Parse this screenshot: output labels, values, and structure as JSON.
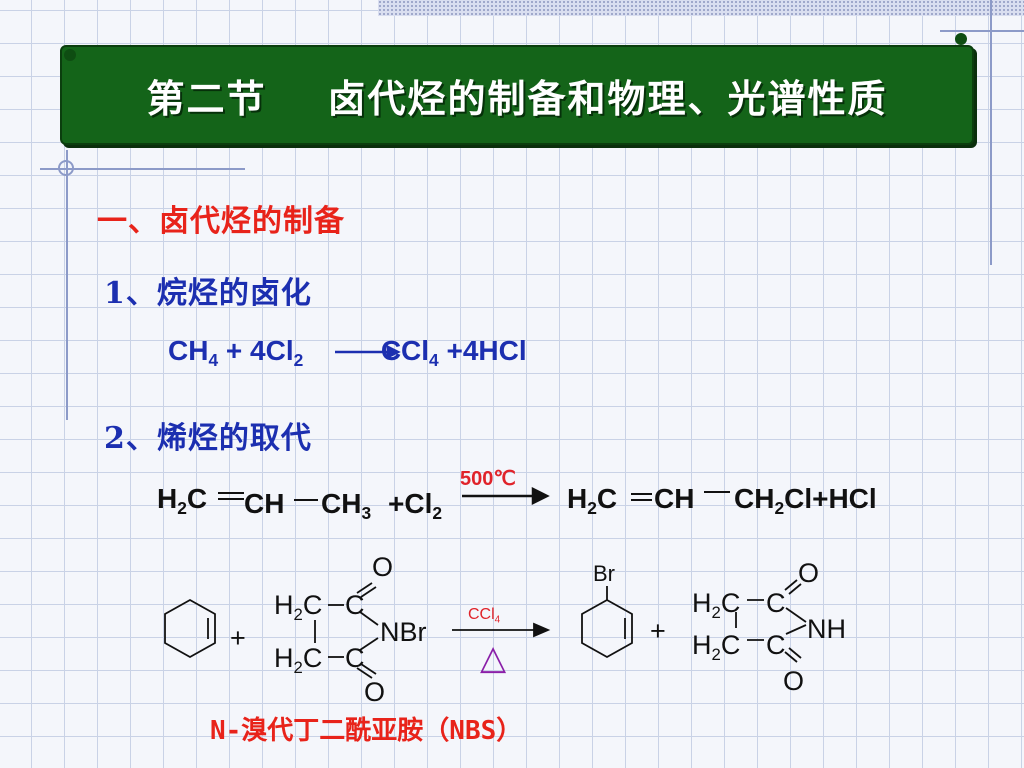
{
  "slide": {
    "title": "第二节    卤代烃的制备和物理、光谱性质",
    "section": "一、卤代烃的制备",
    "sub1": "1、烷烃的卤化",
    "sub2": "2、烯烃的取代",
    "nbs_label": "N-溴代丁二酰亚胺（NBS）"
  },
  "eq1": {
    "ch": "CH",
    "s4a": "4",
    "plus4": " + 4Cl",
    "s2a": "2",
    "ccl": "CCl",
    "s4b": "4",
    "tail": " +4HCl"
  },
  "eq2": {
    "h": "H",
    "s2a": "2",
    "c": "C",
    "ch": "CH",
    "ch3": "CH",
    "s3": "3",
    "plus_cl": "+Cl",
    "s2b": "2",
    "condition": "500℃",
    "p_h": "H",
    "p_s2": "2",
    "p_c": "C",
    "p_ch": "CH",
    "p_ch2": "CH",
    "p_s2b": "2",
    "p_tail": "Cl+HCl"
  },
  "eq3": {
    "plus1": "+",
    "plus2": "+",
    "o_top": "O",
    "o_bottom": "O",
    "h2c_top": "H",
    "h2c_top_sub": "2",
    "h2c_top_c": "C",
    "c_top": "C",
    "h2c_bot": "H",
    "h2c_bot_sub": "2",
    "h2c_bot_c": "C",
    "c_bot": "C",
    "nbr": "NBr",
    "condition": "CCl",
    "condition_sub": "4",
    "delta": "△",
    "br": "Br",
    "p_o_top": "O",
    "p_o_bottom": "O",
    "p_h2c_top": "H",
    "p_h2c_top_sub": "2",
    "p_h2c_top_c": "C",
    "p_c_top": "C",
    "p_h2c_bot": "H",
    "p_h2c_bot_sub": "2",
    "p_h2c_bot_c": "C",
    "p_c_bot": "C",
    "nh": "NH"
  }
}
